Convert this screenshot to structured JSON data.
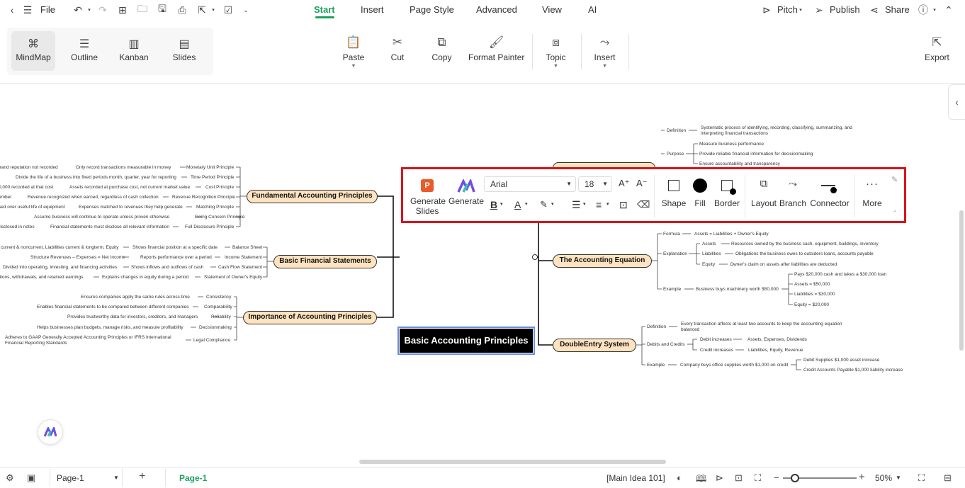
{
  "menubar": {
    "file_label": "File",
    "tabs": [
      "Start",
      "Insert",
      "Page Style",
      "Advanced",
      "View",
      "AI"
    ],
    "active_tab": "Start",
    "pitch_label": "Pitch",
    "publish_label": "Publish",
    "share_label": "Share"
  },
  "ribbon": {
    "views": [
      "MindMap",
      "Outline",
      "Kanban",
      "Slides"
    ],
    "active_view": "MindMap",
    "paste_label": "Paste",
    "cut_label": "Cut",
    "copy_label": "Copy",
    "format_painter_label": "Format Painter",
    "topic_label": "Topic",
    "insert_label": "Insert",
    "export_label": "Export"
  },
  "floating_toolbar": {
    "generate_slides_label_1": "Generate",
    "generate_slides_label_2": "Slides",
    "generate_label": "Generate",
    "font_family": "Arial",
    "font_size": "18",
    "shape_label": "Shape",
    "fill_label": "Fill",
    "border_label": "Border",
    "layout_label": "Layout",
    "branch_label": "Branch",
    "connector_label": "Connector",
    "more_label": "More"
  },
  "mindmap": {
    "central": "Basic Accounting Principles",
    "left_topics": {
      "fundamental": "Fundamental Accounting Principles",
      "statements": "Basic Financial Statements",
      "importance": "Importance of Accounting Principles"
    },
    "right_topics": {
      "equation": "The Accounting Equation",
      "double_entry": "DoubleEntry System"
    },
    "fundamental_rows": [
      {
        "desc": "Only record transactions measurable in money",
        "name": "Monetary Unit Principle",
        "extra": "brand reputation not recorded"
      },
      {
        "desc": "Divide the life of a business into fixed periods month, quarter, year for reporting",
        "name": "Time Period Principle",
        "extra": ""
      },
      {
        "desc": "Assets recorded at purchase cost, not current market value",
        "name": "Cost Principle",
        "extra": "0,000 recorded at that cost"
      },
      {
        "desc": "Revenue recognized when earned, regardless of cash collection",
        "name": "Revenue Recognition Principle",
        "extra": "ember"
      },
      {
        "desc": "Expenses matched to revenues they help generate",
        "name": "Matching Principle",
        "extra": "sed over useful life of equipment"
      },
      {
        "desc": "Assume business will continue to operate unless proven otherwise",
        "name": "Going Concern Principle",
        "extra": ""
      },
      {
        "desc": "Financial statements must disclose all relevant information",
        "name": "Full Disclosure Principle",
        "extra": "disclosed in notes"
      }
    ],
    "statement_rows": [
      {
        "desc": "Shows financial position at a specific date",
        "name": "Balance Sheet",
        "extra": "current & noncurrent, Liabilities current & longterm, Equity"
      },
      {
        "desc": "Reports performance over a period",
        "name": "Income Statement",
        "extra": "Structure Revenues – Expenses = Net Income"
      },
      {
        "desc": "Shows inflows and outflows of cash",
        "name": "Cash Flow Statement",
        "extra": "Divided into operating, investing, and financing activities"
      },
      {
        "desc": "Explains changes in equity during a period",
        "name": "Statement of Owner's Equity",
        "extra": "utions, withdrawals, and retained earnings"
      }
    ],
    "importance_rows": [
      {
        "desc": "Ensures companies apply the same rules across time",
        "name": "Consistency"
      },
      {
        "desc": "Enables financial statements to be compared between different companies",
        "name": "Comparability"
      },
      {
        "desc": "Provides trustworthy data for investors, creditors, and managers",
        "name": "Reliability"
      },
      {
        "desc": "Helps businesses plan budgets, manage risks, and measure profitability",
        "name": "Decisionmaking"
      },
      {
        "desc": "Adheres to GAAP Generally Accepted Accounting Principles or IFRS International",
        "desc2": "Financial Reporting Standards",
        "name": "Legal Compliance"
      }
    ],
    "hidden_topic": {
      "definition_label": "Definition",
      "definition_text_1": "Systematic process of identifying, recording, classifying, summarizing, and",
      "definition_text_2": "interpreting financial transactions",
      "purpose_label": "Purpose",
      "purpose_items": [
        "Measure business performance",
        "Provide reliable financial information for decisionmaking",
        "Ensure accountability and transparency"
      ]
    },
    "equation": {
      "formula_label": "Formula",
      "formula_text": "Assets = Liabilities + Owner's Equity",
      "explanation_label": "Explanation",
      "explanation_items": [
        {
          "name": "Assets",
          "desc": "Resources owned by the business cash, equipment, buildings, inventory"
        },
        {
          "name": "Liabilities",
          "desc": "Obligations the business owes to outsiders loans, accounts payable"
        },
        {
          "name": "Equity",
          "desc": "Owner's claim on assets after liabilities are deducted"
        }
      ],
      "example_label": "Example",
      "example_text": "Business buys machinery worth $50,000",
      "example_items": [
        "Pays $20,000 cash and takes a $30,000 loan",
        "Assets = $50,000",
        "Liabilities = $30,000",
        "Equity = $20,000"
      ]
    },
    "double_entry": {
      "definition_label": "Definition",
      "definition_text_1": "Every transaction affects at least two accounts to keep the accounting equation",
      "definition_text_2": "balanced",
      "dc_label": "Debits and Credits",
      "dc_items": [
        {
          "name": "Debit increases",
          "desc": "Assets, Expenses, Dividends"
        },
        {
          "name": "Credit increases",
          "desc": "Liabilities, Equity, Revenue"
        }
      ],
      "example_label": "Example",
      "example_text": "Company buys office supplies worth $1,000 on credit",
      "example_items": [
        "Debit Supplies $1,000 asset increase",
        "Credit Accounts Payable $1,000 liability increase"
      ]
    }
  },
  "statusbar": {
    "page_select": "Page-1",
    "page_tab": "Page-1",
    "main_idea": "[Main Idea 101]",
    "zoom": "50%"
  },
  "colors": {
    "accent": "#1aa260",
    "topic_fill": "#fde3bf",
    "highlight_border": "#d9141b",
    "selection": "#6d8ee8"
  }
}
